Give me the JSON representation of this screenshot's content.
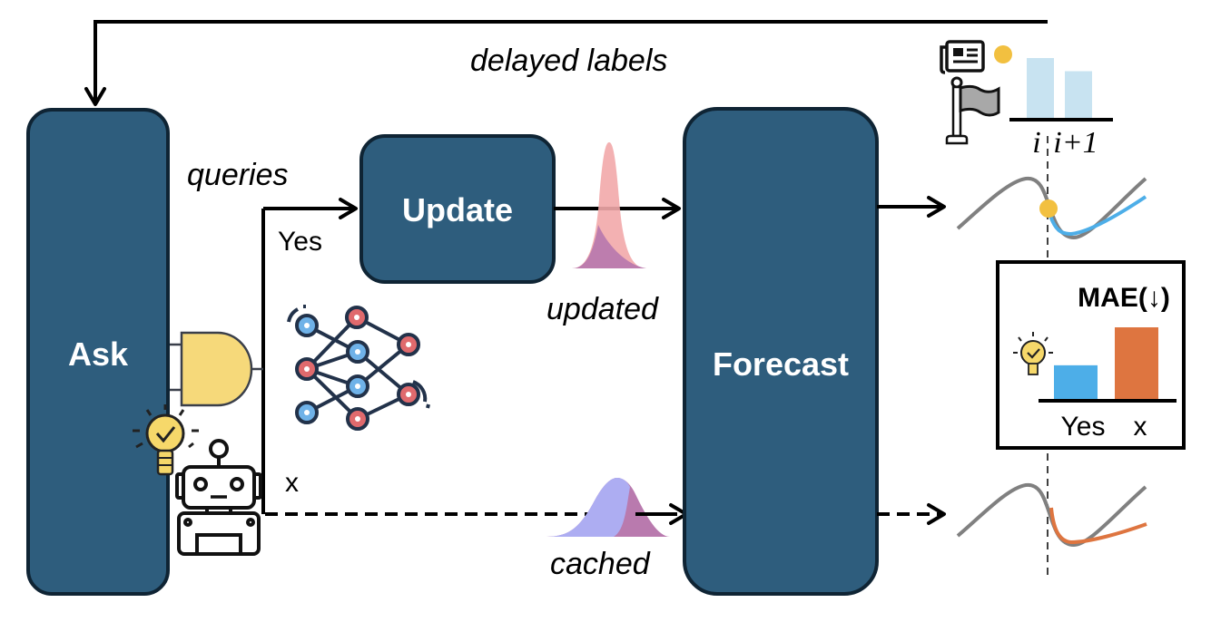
{
  "diagram": {
    "feedback_label": "delayed labels",
    "queries_label": "queries",
    "yes_branch_label": "Yes",
    "no_branch_label": "x",
    "updated_label": "updated",
    "cached_label": "cached",
    "nodes": {
      "ask": "Ask",
      "update": "Update",
      "forecast": "Forecast"
    },
    "label_bars": {
      "tick_labels": [
        "i",
        "i+1"
      ],
      "relative_values": [
        1.0,
        0.78
      ]
    },
    "metric_panel": {
      "title": "MAE(↓)",
      "categories": [
        "Yes",
        "x"
      ],
      "relative_values": [
        0.47,
        1.0
      ],
      "colors": [
        "#4daee8",
        "#de7540"
      ]
    },
    "colors": {
      "box_fill": "#2e5d7d",
      "box_stroke": "#0f2434",
      "updated_forecast": "#4daee8",
      "cached_forecast": "#de7540",
      "ground_truth": "#808080",
      "label_dot": "#f2c040",
      "bar_light": "#c8e3f1",
      "gate_fill": "#f6d97a"
    },
    "icons": [
      "newspaper-icon",
      "flag-icon",
      "lightbulb-check-icon",
      "robot-icon",
      "and-gate-icon",
      "neural-network-icon",
      "distribution-icon"
    ]
  }
}
